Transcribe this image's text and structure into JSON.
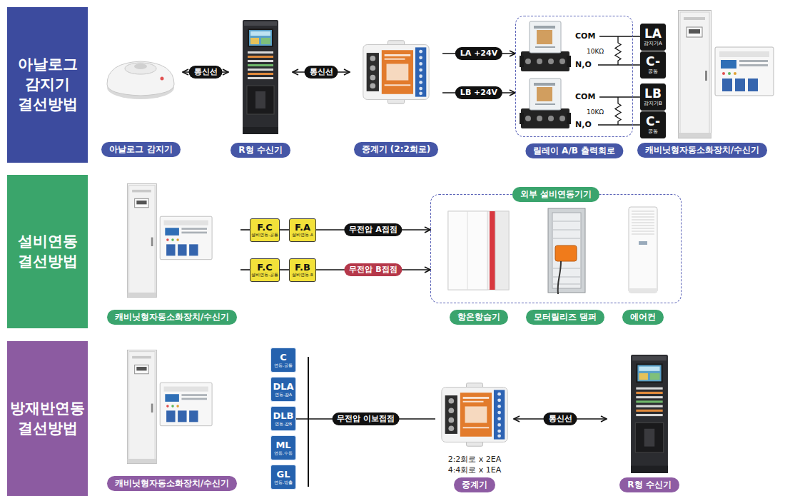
{
  "diagram": {
    "nodes": [
      {
        "text": [
          "아날로그 감지기 결선방법"
        ]
      },
      {
        "text": [
          "아날로그 감지기"
        ]
      },
      {
        "text": [
          "R형 수신기"
        ]
      },
      {
        "text": [
          "중계기 (2:2회로)"
        ]
      },
      {
        "text": [
          "릴레이 A/B 출력회로"
        ]
      },
      {
        "text": [
          "LA",
          "감지기A"
        ]
      },
      {
        "text": [
          "C-",
          "공통"
        ]
      },
      {
        "text": [
          "LB",
          "감지기B"
        ]
      },
      {
        "text": [
          "C-",
          "공통"
        ]
      },
      {
        "text": [
          "캐비닛형자동소화장치/수신기"
        ]
      },
      {
        "text": [
          "설비연동 결선방법"
        ]
      },
      {
        "text": [
          "캐비닛형자동소화장치/수신기"
        ]
      },
      {
        "text": [
          "F.C",
          "설비연동.공통"
        ]
      },
      {
        "text": [
          "F.A",
          "설비연동.A"
        ]
      },
      {
        "text": [
          "F.C",
          "설비연동.공통"
        ]
      },
      {
        "text": [
          "F.B",
          "설비연동.B"
        ]
      },
      {
        "text": [
          "외부 설비연동기기"
        ]
      },
      {
        "text": [
          "항온항습기"
        ],
        "in": 16
      },
      {
        "text": [
          "모터릴리즈 댐퍼"
        ],
        "in": 16
      },
      {
        "text": [
          "에어컨"
        ],
        "in": 16
      },
      {
        "text": [
          "방재반연동 결선방법"
        ]
      },
      {
        "text": [
          "캐비닛형자동소화장치/수신기"
        ]
      },
      {
        "text": [
          "C",
          "연동.공통"
        ]
      },
      {
        "text": [
          "DLA",
          "연동.감A"
        ]
      },
      {
        "text": [
          "DLB",
          "연동.감B"
        ]
      },
      {
        "text": [
          "ML",
          "연동.수동"
        ]
      },
      {
        "text": [
          "GL",
          "연동.방출"
        ]
      },
      {
        "text": [
          "2:2회로 x 2EA 4:4회로 x 1EA",
          "중계기"
        ]
      },
      {
        "text": [
          "R형 수신기"
        ]
      }
    ],
    "edges": [
      {
        "from": 1,
        "to": 2,
        "label": "통신선",
        "arrow": "both"
      },
      {
        "from": 2,
        "to": 3,
        "label": "통신선",
        "arrow": "both"
      },
      {
        "from": 3,
        "to": 4,
        "label": "LA +24V",
        "arrow": "to"
      },
      {
        "from": 3,
        "to": 4,
        "label": "LB +24V",
        "arrow": "to"
      },
      {
        "from": 11,
        "to": 12,
        "arrow": "none"
      },
      {
        "from": 12,
        "to": 13,
        "arrow": "none"
      },
      {
        "from": 13,
        "to": 16,
        "label": "무전압 A접점",
        "arrow": "to"
      },
      {
        "from": 11,
        "to": 14,
        "arrow": "none"
      },
      {
        "from": 14,
        "to": 15,
        "arrow": "none"
      },
      {
        "from": 15,
        "to": 16,
        "label": "무전압 B접점",
        "arrow": "to"
      },
      {
        "from": 24,
        "to": 27,
        "label": "무전압 이보접점",
        "arrow": "none"
      },
      {
        "from": 27,
        "to": 28,
        "label": "통신선",
        "arrow": "both"
      }
    ],
    "labels": [
      "COM",
      "10KΩ",
      "N,O",
      "COM",
      "10KΩ",
      "N,O"
    ]
  }
}
